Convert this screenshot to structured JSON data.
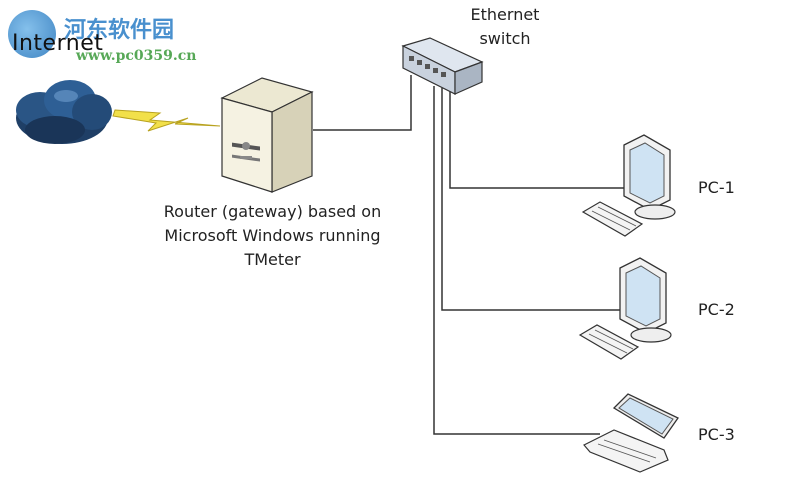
{
  "watermark": {
    "title": "河东软件园",
    "url": "www.pc0359.cn"
  },
  "labels": {
    "internet": "Internet",
    "switch_line1": "Ethernet",
    "switch_line2": "switch",
    "router_line1": "Router (gateway) based on",
    "router_line2": "Microsoft Windows running",
    "router_line3": "TMeter"
  },
  "pcs": [
    {
      "label": "PC-1",
      "icon": "desktop-pc-icon"
    },
    {
      "label": "PC-2",
      "icon": "desktop-pc-icon"
    },
    {
      "label": "PC-3",
      "icon": "laptop-icon"
    }
  ],
  "icons": {
    "cloud": "cloud-icon",
    "lightning": "lightning-bolt-icon",
    "server": "server-tower-icon",
    "switch": "ethernet-switch-icon"
  },
  "colors": {
    "line": "#333333",
    "cloud": "#1f3f66",
    "lightning": "#f2e04a",
    "server": "#f3f0e0",
    "screen": "#cfe3f3"
  }
}
